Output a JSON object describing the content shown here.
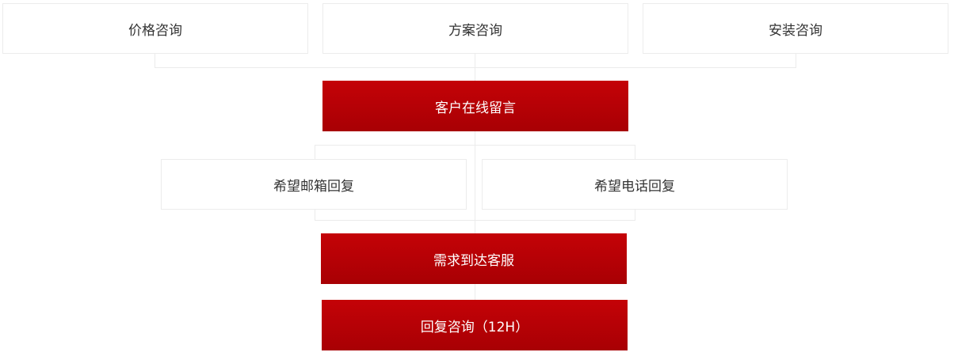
{
  "consult_options": [
    {
      "label": "价格咨询"
    },
    {
      "label": "方案咨询"
    },
    {
      "label": "安装咨询"
    }
  ],
  "step_message": {
    "label": "客户在线留言"
  },
  "reply_options": [
    {
      "label": "希望邮箱回复"
    },
    {
      "label": "希望电话回复"
    }
  ],
  "step_service": {
    "label": "需求到达客服"
  },
  "step_reply": {
    "label": "回复咨询（12H）"
  },
  "colors": {
    "accent_red": "#b70005",
    "box_border": "#ececec",
    "connector": "#ebebeb",
    "text": "#333333"
  }
}
